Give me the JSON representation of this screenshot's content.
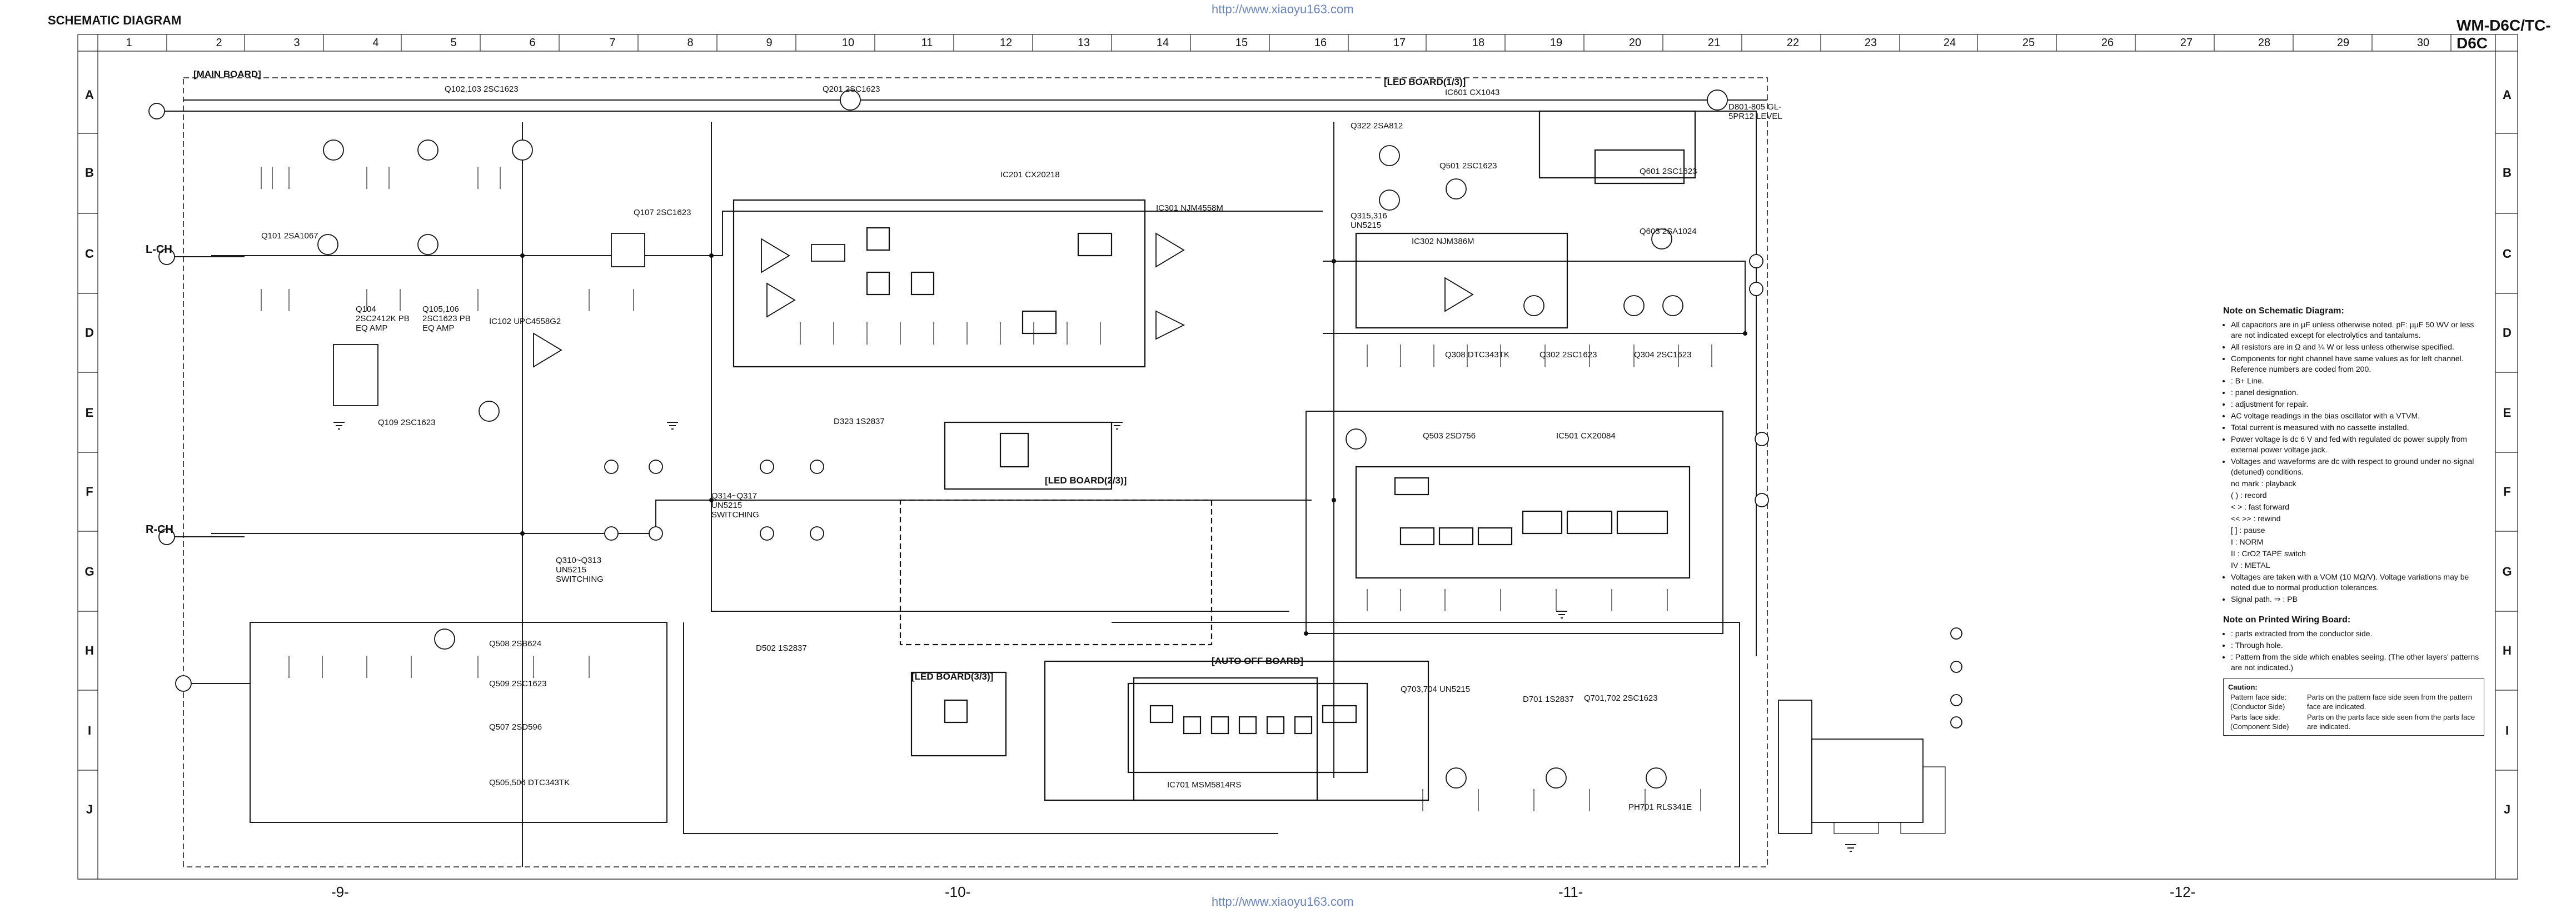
{
  "header": {
    "title_left": "SCHEMATIC DIAGRAM",
    "title_right": "WM-D6C/TC-D6C",
    "watermark_url": "http://www.xiaoyu163.com"
  },
  "grid": {
    "columns": [
      "1",
      "2",
      "3",
      "4",
      "5",
      "6",
      "7",
      "8",
      "9",
      "10",
      "11",
      "12",
      "13",
      "14",
      "15",
      "16",
      "17",
      "18",
      "19",
      "20",
      "21",
      "22",
      "23",
      "24",
      "25",
      "26",
      "27",
      "28",
      "29",
      "30"
    ],
    "rows": [
      "A",
      "B",
      "C",
      "D",
      "E",
      "F",
      "G",
      "H",
      "I",
      "J"
    ]
  },
  "pages": [
    "-9-",
    "-10-",
    "-11-",
    "-12-"
  ],
  "boards": {
    "main": "[MAIN BOARD]",
    "led_1": "[LED BOARD(1/3)]",
    "led_2": "[LED BOARD(2/3)]",
    "led_3": "[LED BOARD(3/3)]",
    "auto_off": "[AUTO OFF BOARD]"
  },
  "labels": {
    "lch": "L-CH",
    "rch": "R-CH",
    "q101": "Q101 2SA1067",
    "q102": "Q102,103 2SC1623",
    "q104": "Q104 2SC2412K PB EQ AMP",
    "q105": "Q105,106 2SC1623 PB EQ AMP",
    "q107": "Q107 2SC1623",
    "ic102": "IC102 UPC4558G2",
    "q109": "Q109 2SC1623",
    "q201": "Q201 2SC1623",
    "ic201": "IC201 CX20218",
    "ic301": "IC301 NJM4558M",
    "ic601": "IC601 CX1043",
    "q322": "Q322 2SA812",
    "q315": "Q315,316 UN5215",
    "ic302": "IC302 NJM386M",
    "q501": "Q501 2SC1623",
    "q601": "Q601 2SC1623",
    "q603": "Q603 2SA1024",
    "q801": "D801-805 GL-5PR12 LEVEL",
    "q308": "Q308 DTC343TK",
    "q302": "Q302 2SC1623",
    "q304": "Q304 2SC1623",
    "q503": "Q503 2SD756",
    "ic501": "IC501 CX20084",
    "d323": "D323 1S2837",
    "q314": "Q314~Q317 UN5215 SWITCHING",
    "q310": "Q310~Q313 UN5215 SWITCHING",
    "q508": "Q508 2SB624",
    "q509": "Q509 2SC1623",
    "q507": "Q507 2SD596",
    "q505": "Q505,506 DTC343TK",
    "d502": "D502 1S2837",
    "ic701": "IC701 MSM5814RS",
    "q703": "Q703,704 UN5215",
    "d701": "D701 1S2837",
    "q701": "Q701,702 2SC1623",
    "ph701": "PH701 RLS341E"
  },
  "notes": {
    "title": "Note on Schematic Diagram:",
    "items": [
      "All capacitors are in µF unless otherwise noted. pF: µµF 50 WV or less are not indicated except for electrolytics and tantalums.",
      "All resistors are in Ω and ¼ W or less unless otherwise specified.",
      "Components for right channel have same values as for left channel. Reference numbers are coded from 200.",
      ": B+ Line.",
      ": panel designation.",
      ": adjustment for repair.",
      "AC voltage readings in the bias oscillator with a VTVM.",
      "Total current is measured with no cassette installed.",
      "Power voltage is dc 6 V and fed with regulated dc power supply from external power voltage jack.",
      "Voltages and waveforms are dc with respect to ground under no-signal (detuned) conditions.",
      "no mark : playback",
      "( ) : record",
      "< > : fast forward",
      "<< >> : rewind",
      "[ ] : pause",
      "I : NORM",
      "II : CrO2   TAPE switch",
      "IV : METAL",
      "Voltages are taken with a VOM (10 MΩ/V). Voltage variations may be noted due to normal production tolerances.",
      "Signal path. ⇒ : PB"
    ],
    "pwb_title": "Note on Printed Wiring Board:",
    "pwb_items": [
      ": parts extracted from the conductor side.",
      ": Through hole.",
      ": Pattern from the side which enables seeing. (The other layers' patterns are not indicated.)"
    ],
    "caution_title": "Caution:",
    "caution_rows": [
      {
        "k": "Pattern face side: (Conductor Side)",
        "v": "Parts on the pattern face side seen from the pattern face are indicated."
      },
      {
        "k": "Parts face side: (Component Side)",
        "v": "Parts on the parts face side seen from the parts face are indicated."
      }
    ]
  }
}
